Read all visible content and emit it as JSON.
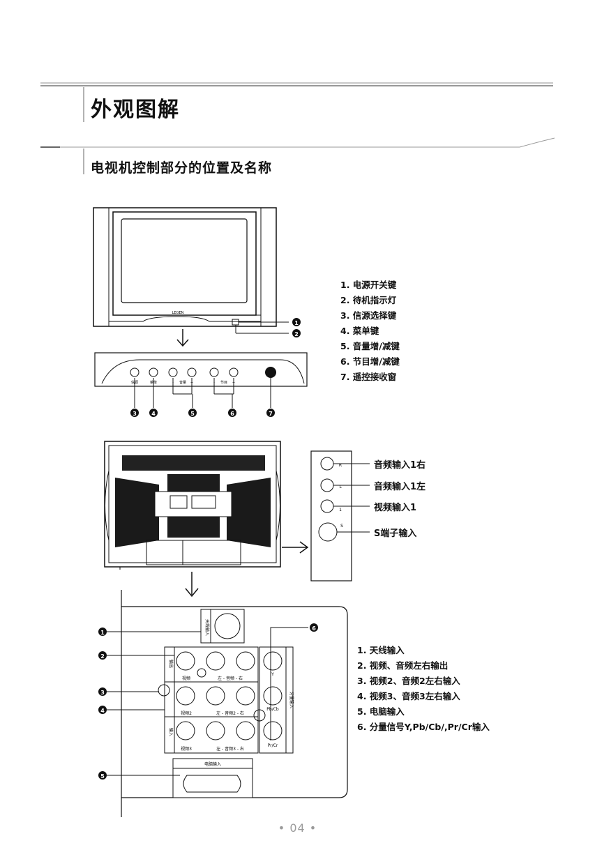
{
  "heading": {
    "title": "外观图解",
    "subtitle": "电视机控制部分的位置及名称"
  },
  "front_panel": {
    "brand": "LEGEN",
    "legend": [
      "1. 电源开关键",
      "2. 待机指示灯",
      "3. 信源选择键",
      "4. 菜单键",
      "5. 音量增/减键",
      "6. 节目增/减键",
      "7. 遥控接收窗"
    ],
    "key_labels": [
      "信源",
      "菜单",
      "-",
      "音量",
      "+",
      "-",
      "节目",
      "+"
    ],
    "callouts": [
      "1",
      "2",
      "3",
      "4",
      "5",
      "6",
      "7"
    ]
  },
  "side_panel": {
    "jacks": [
      "音频输入1右",
      "音频输入1左",
      "视频输入1",
      "S端子输入"
    ],
    "jack_marks": [
      "R",
      "L",
      "1",
      "S"
    ]
  },
  "rear_panel": {
    "legend": [
      "1. 天线输入",
      "2. 视频、音频左右输出",
      "3. 视频2、音频2左右输入",
      "4. 视频3、音频3左右输入",
      "5. 电脑输入",
      "6. 分量信号Y,Pb/Cb/,Pr/Cr输入"
    ],
    "antenna_label": "天线输入",
    "row_labels": [
      "视频",
      "左 - 音频 - 右",
      "视频2",
      "左 - 音频2 - 右",
      "视频3",
      "左 - 音频3 - 右"
    ],
    "group_labels": [
      "输出",
      "输入"
    ],
    "component_labels": [
      "Y",
      "Pb/Cb",
      "Pr/Cr"
    ],
    "component_title": "分量输入",
    "pc_label": "电脑输入",
    "callouts": [
      "1",
      "2",
      "3",
      "4",
      "5",
      "6"
    ]
  },
  "page_number": "• 04 •"
}
